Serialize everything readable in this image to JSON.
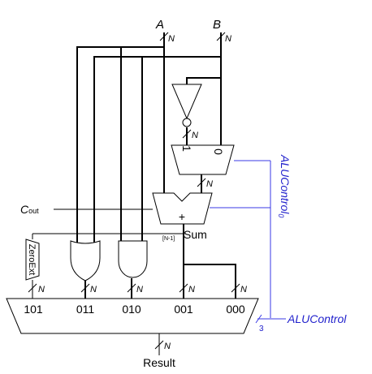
{
  "inputs": {
    "a": "A",
    "b": "B"
  },
  "widths": {
    "n": "N",
    "n_minus_1": "[N-1]",
    "control_width": "3"
  },
  "mux2": {
    "in1": "1",
    "in0": "0"
  },
  "adder": {
    "plus": "+",
    "sum": "Sum"
  },
  "carry": {
    "c": "C",
    "sub": "out"
  },
  "zero_ext": "ZeroExt",
  "result_mux": {
    "in101": "101",
    "in011": "011",
    "in010": "010",
    "in001": "001",
    "in000": "000"
  },
  "output": "Result",
  "control": {
    "alu_control": "ALUControl",
    "alu_control0_base": "ALUControl",
    "alu_control0_sub": "0"
  },
  "colors": {
    "control_wire": "#3a3ae6",
    "control_text": "#2222cc"
  }
}
